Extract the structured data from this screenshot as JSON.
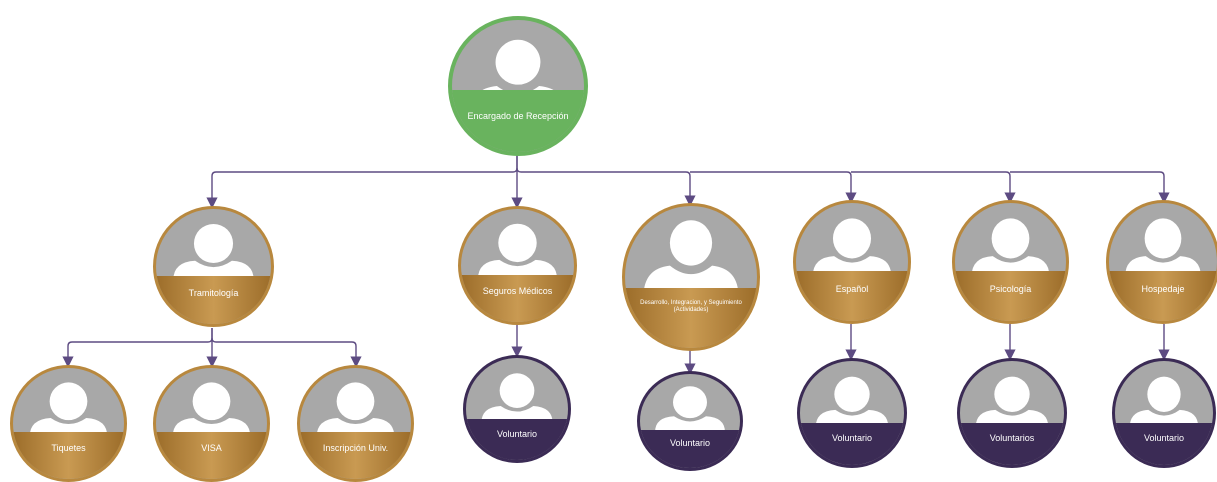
{
  "colors": {
    "root": "#69b35e",
    "gold": "#b8883e",
    "purple": "#3b2b55",
    "connector": "#5d4b82",
    "avatar": "#a8a8a8"
  },
  "root": {
    "label": "Encargado de Recepción"
  },
  "level1": [
    {
      "label": "Tramitología"
    },
    {
      "label": "Seguros Médicos"
    },
    {
      "label": "Desarrollo, Integracion, y Seguimiento (Actividades)"
    },
    {
      "label": "Español"
    },
    {
      "label": "Psicología"
    },
    {
      "label": "Hospedaje"
    }
  ],
  "level2": [
    {
      "label": "Tiquetes"
    },
    {
      "label": "VISA"
    },
    {
      "label": "Inscripción Univ."
    },
    {
      "label": "Voluntario"
    },
    {
      "label": "Voluntario"
    },
    {
      "label": "Voluntario"
    },
    {
      "label": "Voluntarios"
    },
    {
      "label": "Voluntario"
    }
  ]
}
